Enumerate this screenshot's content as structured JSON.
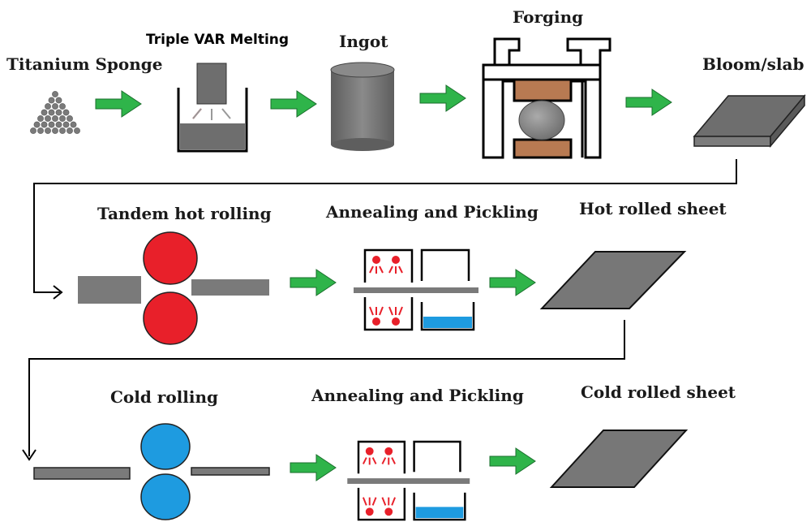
{
  "steps": {
    "titanium_sponge": "Titanium Sponge",
    "triple_var": "Triple VAR Melting",
    "ingot": "Ingot",
    "forging": "Forging",
    "bloom": "Bloom/slab",
    "tandem_hot_rolling": "Tandem hot rolling",
    "annealing_pickling_1": "Annealing and Pickling",
    "hot_rolled_sheet": "Hot rolled sheet",
    "cold_rolling": "Cold rolling",
    "annealing_pickling_2": "Annealing and Pickling",
    "cold_rolled_sheet": "Cold rolled sheet"
  },
  "colors": {
    "arrow_green": "#2fb44a",
    "hot_roll_red": "#e8202a",
    "cold_roll_blue": "#1e9be0",
    "metal_gray": "#7a7a7a",
    "die_brown": "#b87a52",
    "acid_blue": "#1e9be0"
  }
}
